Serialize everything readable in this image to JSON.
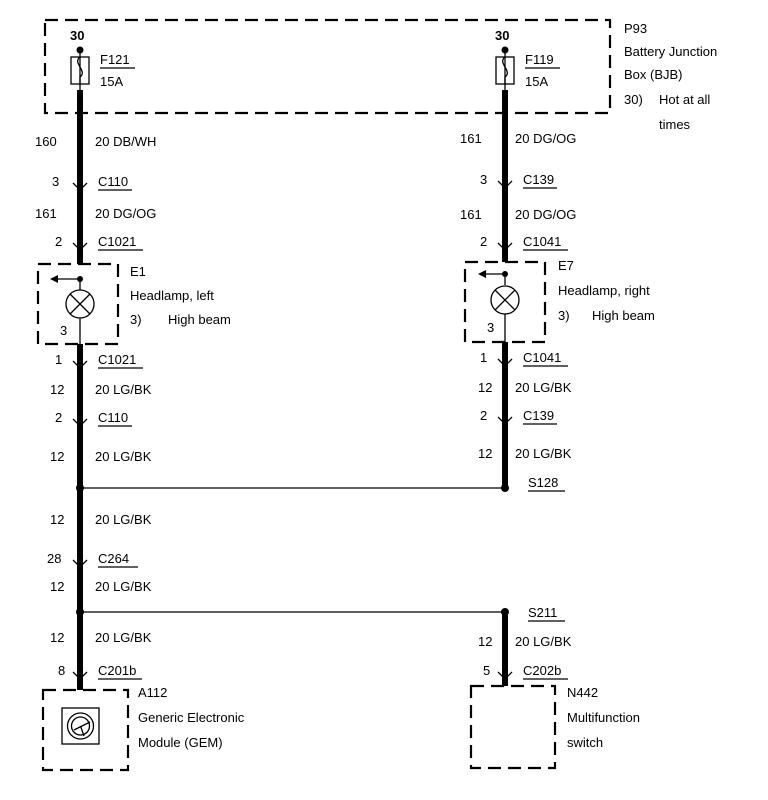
{
  "bjb": {
    "pin_left": "30",
    "pin_right": "30",
    "fuse_left_name": "F121",
    "fuse_left_rating": "15A",
    "fuse_right_name": "F119",
    "fuse_right_rating": "15A",
    "id": "P93",
    "title_line1": "Battery Junction",
    "title_line2": "Box (BJB)",
    "note_num": "30)",
    "note_line1": "Hot at all",
    "note_line2": "times"
  },
  "left_wires": {
    "c160": "160",
    "c160_wire": "20 DB/WH",
    "pin_c110": "3",
    "c110": "C110",
    "c161": "161",
    "c161_wire": "20 DG/OG",
    "pin_c1021": "2",
    "c1021": "C1021"
  },
  "right_wires": {
    "c161": "161",
    "c161_wire": "20 DG/OG",
    "pin_c139": "3",
    "c139": "C139",
    "c161b": "161",
    "c161b_wire": "20 DG/OG",
    "pin_c1041": "2",
    "c1041": "C1041"
  },
  "headlamp_left": {
    "id": "E1",
    "name": "Headlamp, left",
    "note_num": "3)",
    "note": "High beam",
    "pin": "3"
  },
  "headlamp_right": {
    "id": "E7",
    "name": "Headlamp, right",
    "note_num": "3)",
    "note": "High beam",
    "pin": "3"
  },
  "left_lower": {
    "pin_c1021": "1",
    "c1021": "C1021",
    "w12a": "12",
    "w12a_wire": "20 LG/BK",
    "pin_c110": "2",
    "c110": "C110",
    "w12b": "12",
    "w12b_wire": "20 LG/BK",
    "w12c": "12",
    "w12c_wire": "20 LG/BK",
    "pin_c264": "28",
    "c264": "C264",
    "w12d": "12",
    "w12d_wire": "20 LG/BK",
    "w12e": "12",
    "w12e_wire": "20 LG/BK",
    "pin_c201b": "8",
    "c201b": "C201b"
  },
  "right_lower": {
    "pin_c1041": "1",
    "c1041": "C1041",
    "w12a": "12",
    "w12a_wire": "20 LG/BK",
    "pin_c139": "2",
    "c139": "C139",
    "w12b": "12",
    "w12b_wire": "20 LG/BK",
    "splice": "S128",
    "splice2": "S211",
    "w12c": "12",
    "w12c_wire": "20 LG/BK",
    "pin_c202b": "5",
    "c202b": "C202b"
  },
  "gem": {
    "id": "A112",
    "line1": "Generic Electronic",
    "line2": "Module (GEM)",
    "icon": "steering-wheel-icon"
  },
  "switch": {
    "id": "N442",
    "line1": "Multifunction",
    "line2": "switch"
  }
}
